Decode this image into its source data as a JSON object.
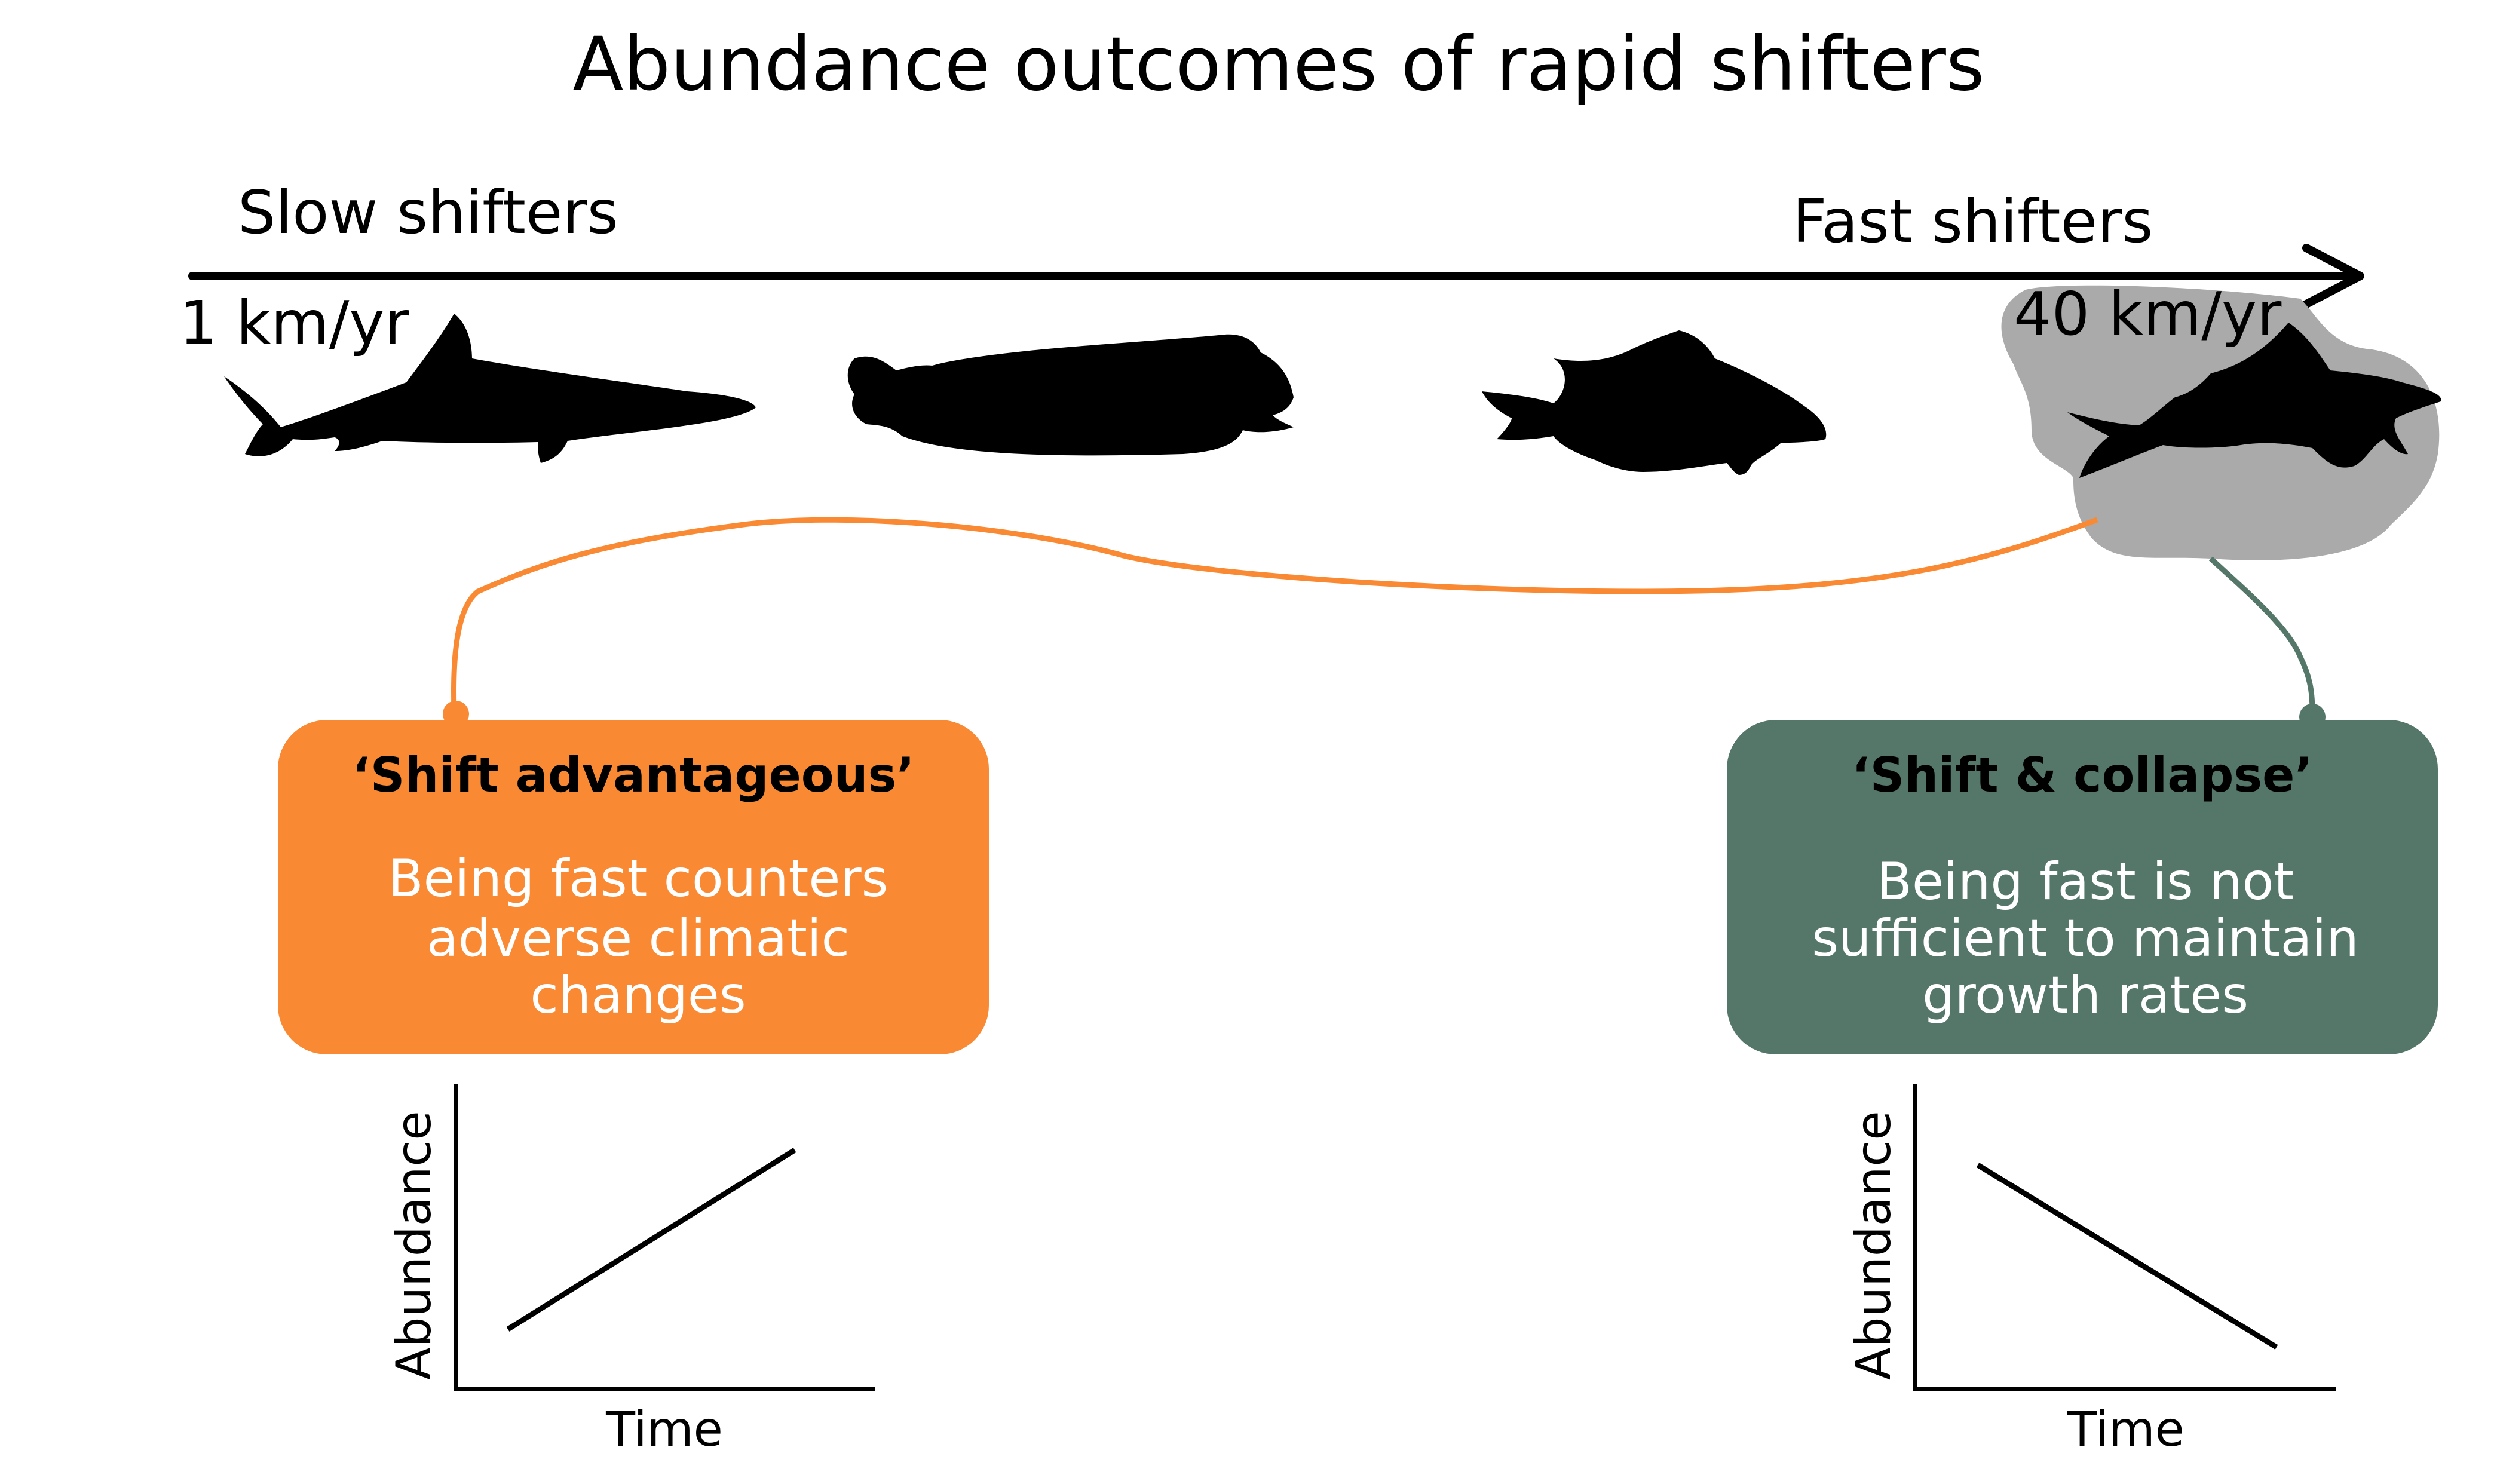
{
  "title": "Abundance outcomes of rapid shifters",
  "axis": {
    "slow_label": "Slow shifters",
    "fast_label": "Fast shifters",
    "slow_rate": "1 km/yr",
    "fast_rate": "40 km/yr"
  },
  "fish": [
    {
      "name": "shark-silhouette-icon"
    },
    {
      "name": "wolffish-silhouette-icon"
    },
    {
      "name": "haddock-silhouette-icon"
    },
    {
      "name": "gurnard-silhouette-icon"
    }
  ],
  "boxes": {
    "advantageous": {
      "title": "‘Shift advantageous’",
      "line1": "Being fast counters",
      "line2": "adverse climatic",
      "line3": "changes"
    },
    "collapse": {
      "title": "‘Shift & collapse’",
      "line1": "Being fast is not",
      "line2": "sufficient to maintain",
      "line3": "growth rates"
    }
  },
  "plots": {
    "left": {
      "ylabel": "Abundance",
      "xlabel": "Time",
      "trend": "increasing"
    },
    "right": {
      "ylabel": "Abundance",
      "xlabel": "Time",
      "trend": "decreasing"
    }
  },
  "colors": {
    "orange": "#F98A33",
    "green": "#55776A",
    "highlight": "#AAAAAA"
  }
}
